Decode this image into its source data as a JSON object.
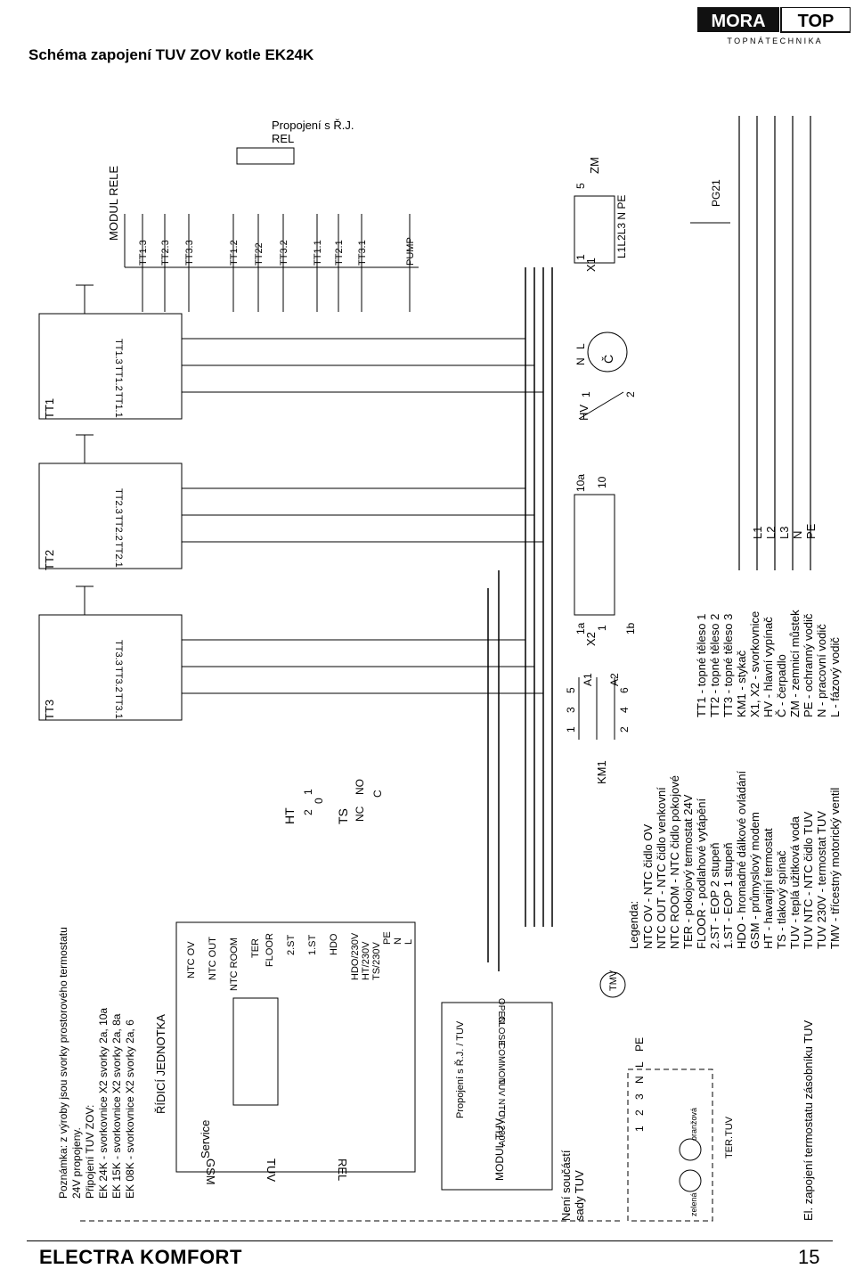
{
  "header": {
    "title": "Schéma zapojení TUV ZOV kotle EK24K",
    "logo_left": "MORA",
    "logo_right": "TOP",
    "logo_tagline": "T O P N Á   T E C H N I K A"
  },
  "footer": {
    "brand": "ELECTRA KOMFORT",
    "page": "15"
  },
  "note": {
    "line1": "Poznámka: z výroby jsou svorky prostorového termostatu",
    "line2": "24V propojeny.",
    "line3": "Připojení TUV ZOV:",
    "line4": "EK 24K - svorkovnice X2 svorky 2a, 10a",
    "line5": "EK 15K - svorkovnice X2 svorky 2a, 8a",
    "line6": "EK 08K - svorkovnice X2 svorky 2a, 6"
  },
  "control_unit": {
    "title": "ŘÍDICÍ JEDNOTKA",
    "service": "Service",
    "gsm": "GSM",
    "tuv": "TUV",
    "rel": "REL",
    "terminals": [
      "NTC OV",
      "NTC OUT",
      "NTC ROOM",
      "TER",
      "FLOOR",
      "2.ST",
      "1.ST",
      "HDO",
      "HDO/230V",
      "HT/230V",
      "TS/230V",
      "PE",
      "N",
      "L"
    ]
  },
  "ht": {
    "label": "HT",
    "t2": "2",
    "t0": "0",
    "t1": "1"
  },
  "ts": {
    "label": "TS",
    "nc": "NC",
    "no": "NO",
    "c": "C"
  },
  "km1": {
    "label": "KM1",
    "top": [
      "1",
      "3",
      "5"
    ],
    "bottom": [
      "2",
      "4",
      "6"
    ],
    "a1": "A1",
    "a2": "A2"
  },
  "x2": {
    "label": "X2",
    "t1a": "1a",
    "t1": "1",
    "t1b": "1b",
    "t10a": "10a",
    "t10": "10"
  },
  "hv": {
    "label": "HV",
    "t1": "1",
    "t2": "2"
  },
  "motor": {
    "label": "Č",
    "n": "N",
    "l": "L"
  },
  "x1": {
    "label": "X1",
    "t1": "1",
    "t5": "5",
    "terms": "L1L2L3 N PE"
  },
  "zm": "ZM",
  "pg21": "PG21",
  "modul_rele": {
    "title": "MODUL RELE",
    "connector": "Propojení s Ř.J.",
    "connector2": "REL",
    "relays": [
      "TT1.3",
      "TT2.3",
      "TT3.3",
      "TT1.2",
      "TT22",
      "TT3.2",
      "TT1.1",
      "TT2.1",
      "TT3.1",
      "PUMP"
    ]
  },
  "heaters": [
    {
      "name": "TT1",
      "elements": [
        "TT1.3",
        "TT1.2",
        "TT1.1"
      ]
    },
    {
      "name": "TT2",
      "elements": [
        "TT2.3",
        "TT2.2",
        "TT2.1"
      ]
    },
    {
      "name": "TT3",
      "elements": [
        "TT3.3",
        "TT3.2",
        "TT3.1"
      ]
    }
  ],
  "modul_tuv": {
    "title": "MODUL TUV",
    "connector": "Propojení s Ř.J. / TUV",
    "left_terms": [
      "TUV NTC",
      "TUV 230V"
    ],
    "right_terms": [
      "COMMON",
      "CLOSE",
      "OPEN"
    ],
    "terminal_numbers": [
      "1",
      "2",
      "3",
      "N",
      "L",
      "PE"
    ],
    "tmv": "TMV"
  },
  "tank": {
    "not_included_1": "Není součástí",
    "not_included_2": "sady TUV",
    "green": "zelená",
    "orange": "oranžová",
    "thermostat": "TER.TUV",
    "el_conn": "El. zapojení termostatu  zásobníku TUV"
  },
  "legend": {
    "title": "Legenda:",
    "col1": [
      "NTC OV - NTC čidlo OV",
      "NTC OUT - NTC čidlo venkovní",
      "NTC ROOM - NTC čidlo pokojové",
      "TER - pokojový termostat 24V",
      "FLOOR - podlahové vytápění",
      "2.ST - EOP 2 stupeň",
      "1.ST - EOP 1 stupeň",
      "HDO - hromadné dálkové ovládání",
      "GSM - průmyslový modem",
      "HT - havarijní termostat",
      "TS - tlakový spínač",
      "TUV - teplá užitková voda",
      "TUV NTC - NTC čidlo TUV",
      "TUV 230V - termostat TUV",
      "TMV - třícestný motorický ventil"
    ],
    "col2": [
      "TT1 - topné těleso 1",
      "TT2 - topné těleso 2",
      "TT3 - topné těleso 3",
      "KM1 - stykač",
      "X1, X2 - svorkovnice",
      "HV - hlavní vypínač",
      "Č - čerpadlo",
      "ZM - zemnicí můstek",
      "PE - ochranný vodič",
      "N - pracovní vodič",
      "L - fázový vodič"
    ],
    "col3": [
      "L1",
      "L2",
      "L3",
      "N",
      "PE"
    ]
  }
}
